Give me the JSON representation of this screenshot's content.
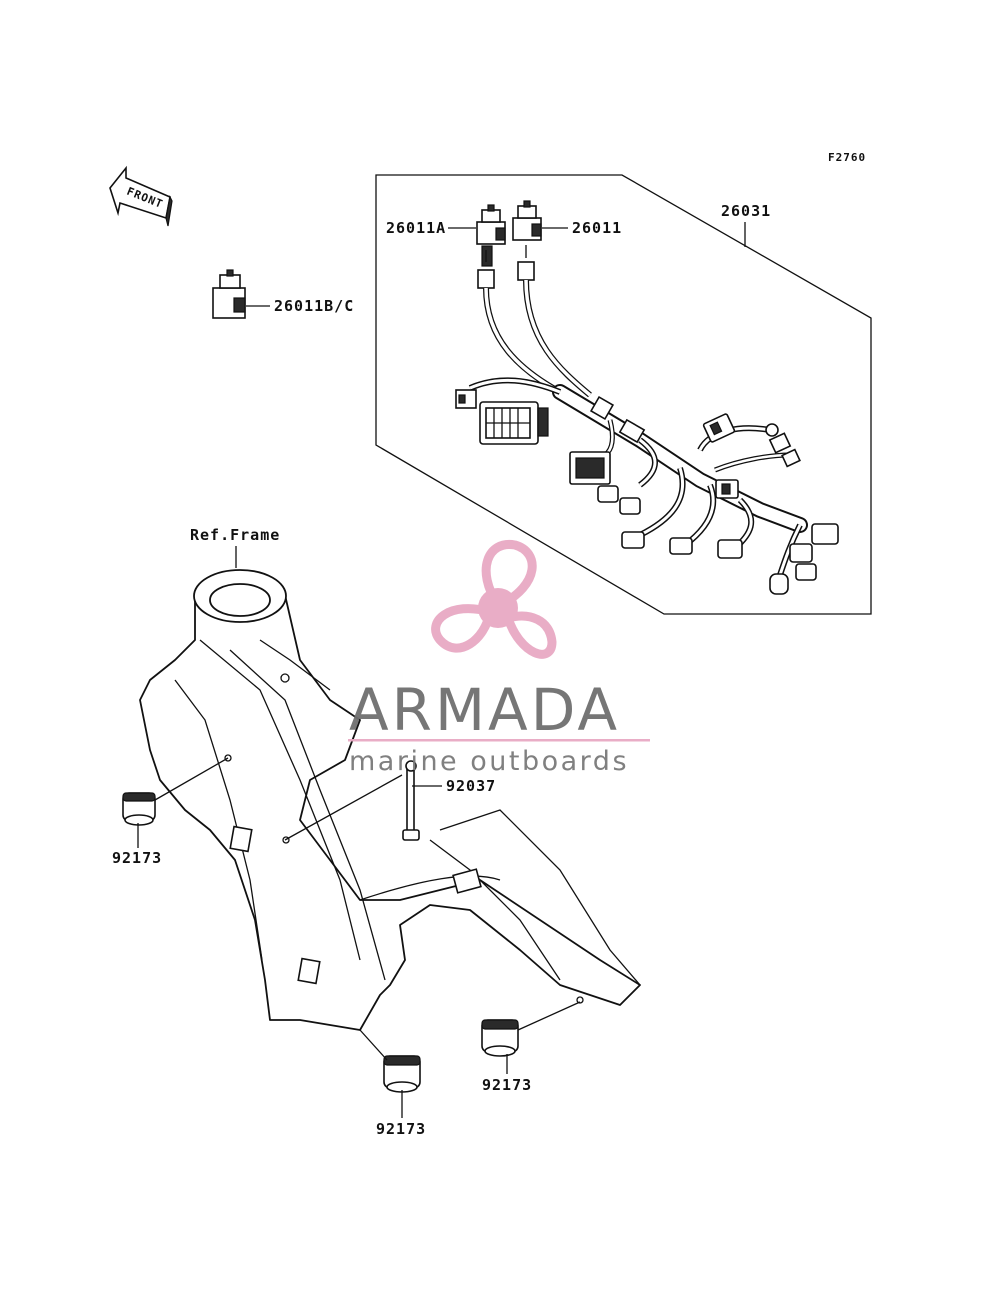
{
  "diagram": {
    "code": "F2760",
    "front_label": "FRONT",
    "ref_label": "Ref.Frame",
    "parts": {
      "harness": "26031",
      "coupler_a": "26011A",
      "coupler": "26011",
      "coupler_bc": "26011B/C",
      "band": "92037",
      "clamp_left": "92173",
      "clamp_bottom": "92173",
      "clamp_right": "92173"
    }
  },
  "watermark": {
    "title": "ARMADA",
    "subtitle": "marine outboards",
    "accent_color": "#e8a9c4",
    "line_color": "#e8a9c4",
    "text_color": "#6f6f6f"
  }
}
